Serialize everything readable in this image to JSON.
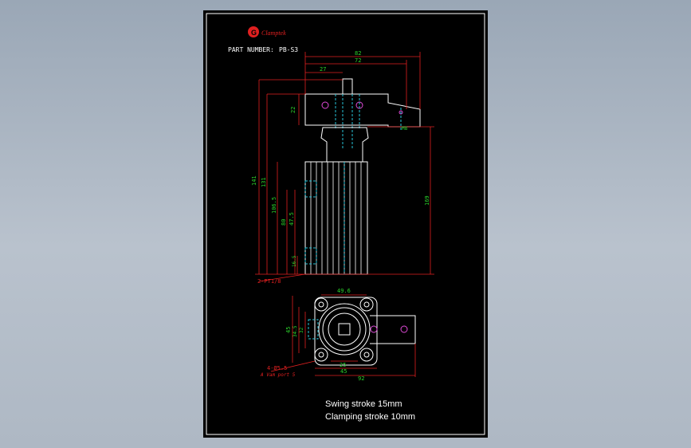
{
  "logo": {
    "text": "Clamptek",
    "mark": "G"
  },
  "part_number": {
    "label": "PART NUMBER:",
    "value": "PB-S3"
  },
  "dimensions": {
    "overall_width": "82",
    "arm_length": "72",
    "arm_offset": "27",
    "arm_height": "22",
    "thread_size": "M8",
    "total_height": "141",
    "body_height": "131",
    "stroke_height": "106.5",
    "cylinder_height": "80",
    "port_upper": "47.5",
    "port_lower": "16.5",
    "right_height": "169",
    "port_callout": "2-PT1/8",
    "base_width": "49.6",
    "base_height": "45",
    "side_dim_a": "34.5",
    "side_dim_b": "32",
    "bore_dim": "25",
    "flange_width": "45",
    "bottom_total": "92",
    "hole_callout": "4-Ø5.5",
    "port_note": "A Vam port 5"
  },
  "notes": {
    "swing": "Swing stroke 15mm",
    "clamping": "Clamping stroke 10mm"
  },
  "colors": {
    "background": "#000000",
    "outline": "#ffffff",
    "dimension": "#e02020",
    "text_dim": "#2bd42b",
    "hidden": "#27c3d8",
    "logo": "#e02020"
  }
}
